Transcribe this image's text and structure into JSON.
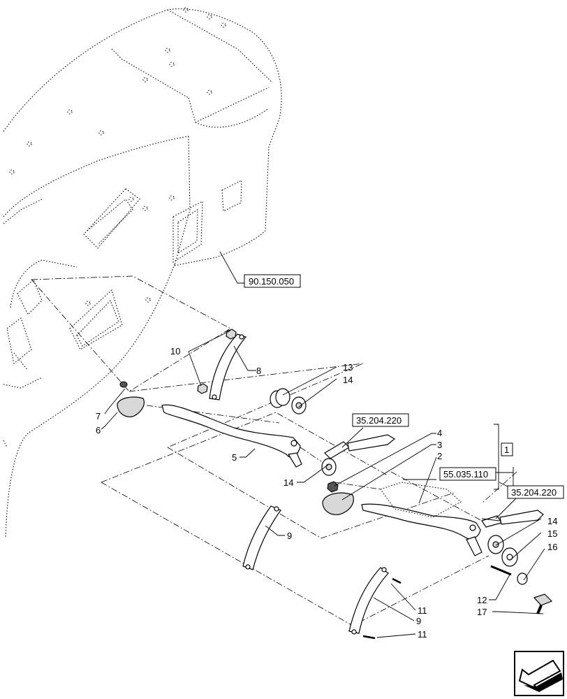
{
  "refs": {
    "r90150050": "90.150.050",
    "r35204220a": "35.204.220",
    "r55035110": "55.035.110",
    "r35204220b": "35.204.220",
    "group1": "1"
  },
  "callouts": {
    "c2": "2",
    "c3": "3",
    "c4": "4",
    "c5": "5",
    "c6": "6",
    "c7": "7",
    "c8": "8",
    "c9a": "9",
    "c9b": "9",
    "c10": "10",
    "c11a": "11",
    "c11b": "11",
    "c12": "12",
    "c13": "13",
    "c14a": "14",
    "c14b": "14",
    "c14c": "14",
    "c15": "15",
    "c16": "16",
    "c17": "17"
  }
}
